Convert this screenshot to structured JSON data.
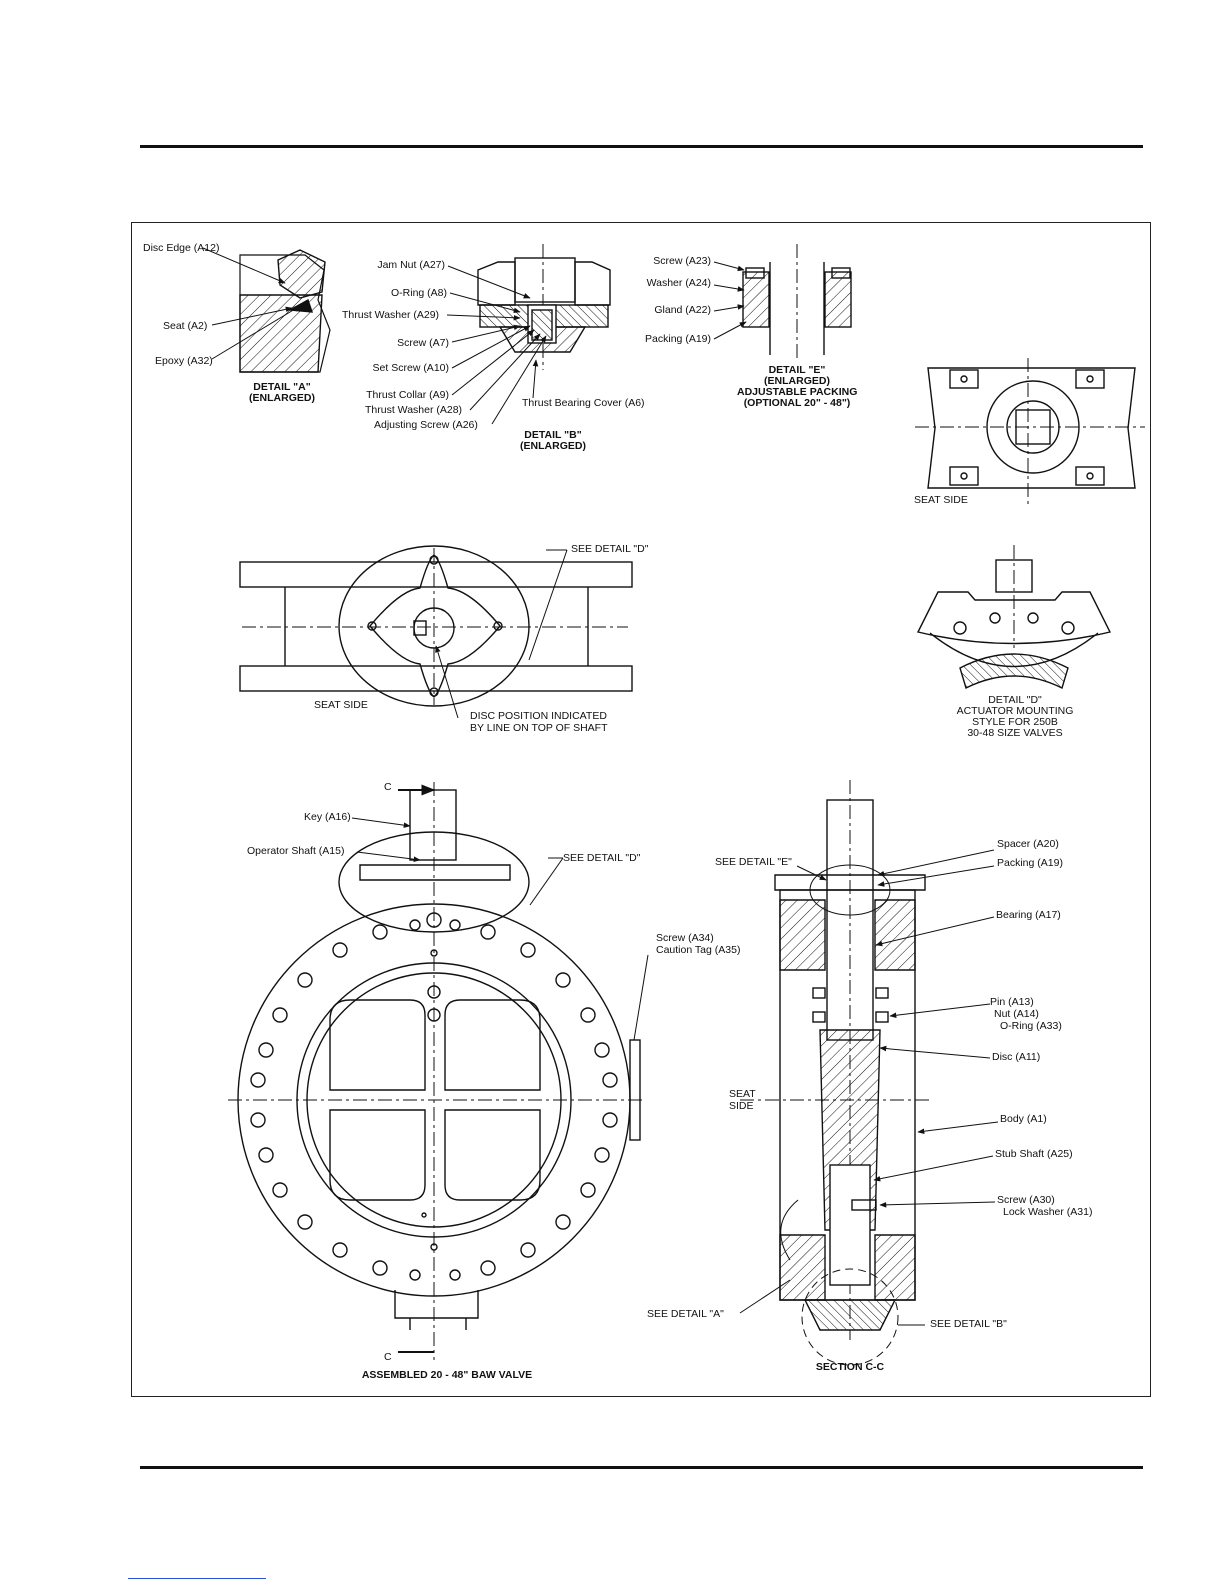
{
  "labels": {
    "disc_edge": "Disc Edge (A12)",
    "seat": "Seat (A2)",
    "epoxy": "Epoxy (A32)",
    "jam_nut": "Jam Nut (A27)",
    "o_ring_a8": "O-Ring (A8)",
    "thrust_washer_a29": "Thrust Washer (A29)",
    "screw_a7": "Screw (A7)",
    "set_screw": "Set Screw (A10)",
    "thrust_collar": "Thrust Collar (A9)",
    "thrust_washer_a28": "Thrust Washer (A28)",
    "adjusting_screw": "Adjusting Screw (A26)",
    "thrust_bearing_cover": "Thrust Bearing Cover (A6)",
    "screw_a23": "Screw (A23)",
    "washer_a24": "Washer (A24)",
    "gland": "Gland (A22)",
    "packing_a19_detail": "Packing (A19)",
    "seat_side_1": "SEAT SIDE",
    "seat_side_2": "SEAT SIDE",
    "see_detail_d_1": "SEE DETAIL \"D\"",
    "disc_position_1": "DISC POSITION INDICATED",
    "disc_position_2": "BY LINE ON TOP OF SHAFT",
    "key": "Key (A16)",
    "operator_shaft": "Operator Shaft (A15)",
    "see_detail_d_2": "SEE DETAIL \"D\"",
    "screw_a34": "Screw (A34)",
    "caution_tag": "Caution Tag (A35)",
    "c_top": "C",
    "c_bottom": "C",
    "see_detail_e": "SEE DETAIL \"E\"",
    "spacer": "Spacer (A20)",
    "packing_a19": "Packing (A19)",
    "bearing": "Bearing (A17)",
    "pin": "Pin (A13)",
    "nut": "Nut (A14)",
    "o_ring_a33": "O-Ring (A33)",
    "disc": "Disc (A11)",
    "seat_side_3a": "SEAT",
    "seat_side_3b": "SIDE",
    "body": "Body (A1)",
    "stub_shaft": "Stub Shaft (A25)",
    "screw_a30": "Screw (A30)",
    "lock_washer": "Lock Washer (A31)",
    "see_detail_a": "SEE DETAIL \"A\"",
    "see_detail_b": "SEE DETAIL \"B\""
  },
  "captions": {
    "detail_a_1": "DETAIL \"A\"",
    "detail_a_2": "(ENLARGED)",
    "detail_b_1": "DETAIL \"B\"",
    "detail_b_2": "(ENLARGED)",
    "detail_e_1": "DETAIL \"E\"",
    "detail_e_2": "(ENLARGED)",
    "detail_e_3": "ADJUSTABLE PACKING",
    "detail_e_4": "(OPTIONAL 20\" - 48\")",
    "detail_d_1": "DETAIL \"D\"",
    "detail_d_2": "ACTUATOR MOUNTING",
    "detail_d_3": "STYLE FOR 250B",
    "detail_d_4": "30-48 SIZE VALVES",
    "assembled": "ASSEMBLED 20 - 48\" BAW VALVE",
    "section": "SECTION C-C"
  }
}
